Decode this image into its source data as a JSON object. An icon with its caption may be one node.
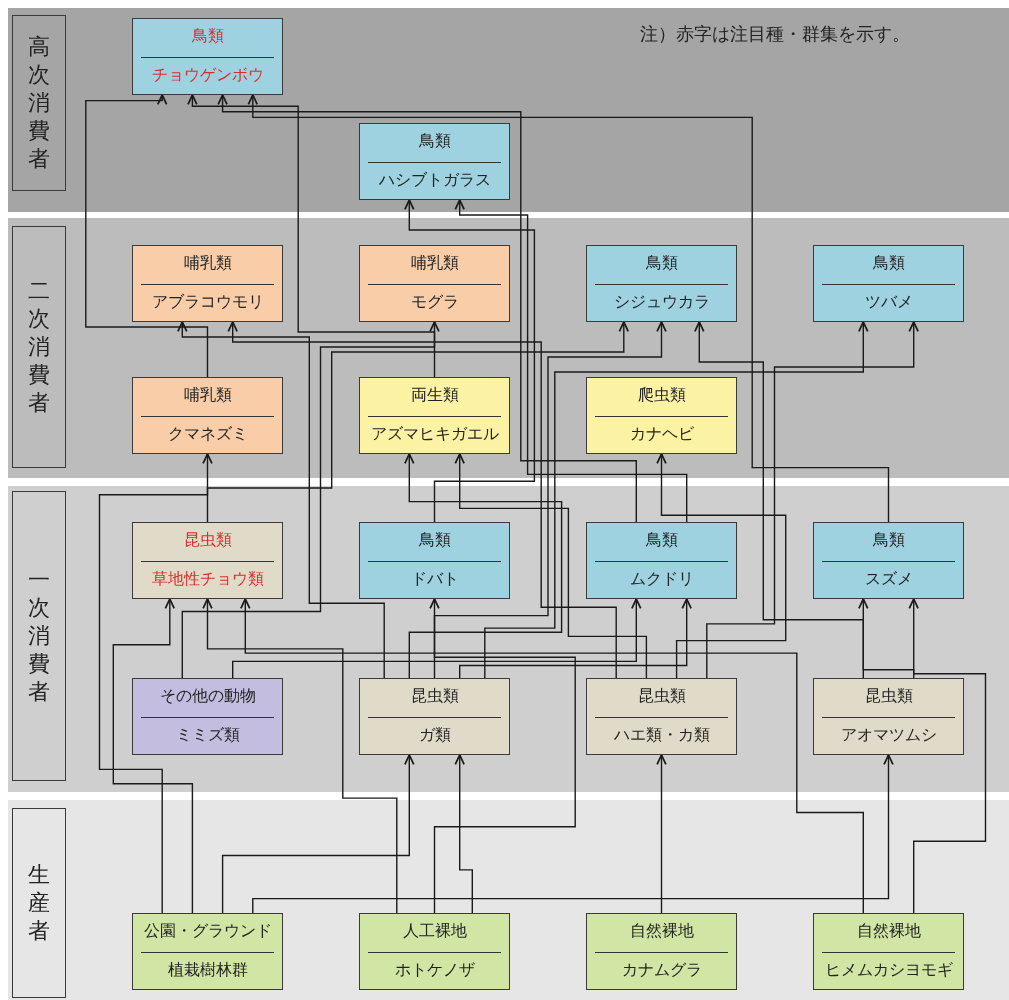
{
  "diagram": {
    "nodes": [
      {
        "text": [
          "鳥類",
          "チョウゲンボウ"
        ]
      },
      {
        "text": [
          "鳥類",
          "ハシブトガラス"
        ]
      },
      {
        "text": [
          "哺乳類",
          "アブラコウモリ"
        ]
      },
      {
        "text": [
          "哺乳類",
          "モグラ"
        ]
      },
      {
        "text": [
          "鳥類",
          "シジュウカラ"
        ]
      },
      {
        "text": [
          "鳥類",
          "ツバメ"
        ]
      },
      {
        "text": [
          "哺乳類",
          "クマネズミ"
        ]
      },
      {
        "text": [
          "両生類",
          "アズマヒキガエル"
        ]
      },
      {
        "text": [
          "爬虫類",
          "カナヘビ"
        ]
      },
      {
        "text": [
          "昆虫類",
          "草地性チョウ類"
        ]
      },
      {
        "text": [
          "鳥類",
          "ドバト"
        ]
      },
      {
        "text": [
          "鳥類",
          "ムクドリ"
        ]
      },
      {
        "text": [
          "鳥類",
          "スズメ"
        ]
      },
      {
        "text": [
          "その他の動物",
          "ミミズ類"
        ]
      },
      {
        "text": [
          "昆虫類",
          "ガ類"
        ]
      },
      {
        "text": [
          "昆虫類",
          "ハエ類・カ類"
        ]
      },
      {
        "text": [
          "昆虫類",
          "アオマツムシ"
        ]
      },
      {
        "text": [
          "公園・グラウンド",
          "植栽樹林群"
        ]
      },
      {
        "text": [
          "人工裸地",
          "ホトケノザ"
        ]
      },
      {
        "text": [
          "自然裸地",
          "カナムグラ"
        ]
      },
      {
        "text": [
          "自然裸地",
          "ヒメムカシヨモギ"
        ]
      },
      {
        "text": [
          "高次消費者"
        ]
      },
      {
        "text": [
          "二次消費者"
        ]
      },
      {
        "text": [
          "一次消費者"
        ]
      },
      {
        "text": [
          "生産者"
        ]
      }
    ],
    "edges": [
      {
        "from": 6,
        "to": 0,
        "arrow": "to"
      },
      {
        "from": 7,
        "to": 0,
        "arrow": "to"
      },
      {
        "from": 11,
        "to": 0,
        "arrow": "to"
      },
      {
        "from": 12,
        "to": 0,
        "arrow": "to"
      },
      {
        "from": 11,
        "to": 1,
        "arrow": "to"
      },
      {
        "from": 10,
        "to": 1,
        "arrow": "to"
      },
      {
        "from": 14,
        "to": 2,
        "arrow": "to"
      },
      {
        "from": 15,
        "to": 2,
        "arrow": "to"
      },
      {
        "from": 13,
        "to": 3,
        "arrow": "to"
      },
      {
        "from": 9,
        "to": 4,
        "arrow": "to"
      },
      {
        "from": 14,
        "to": 4,
        "arrow": "to"
      },
      {
        "from": 16,
        "to": 4,
        "arrow": "to"
      },
      {
        "from": 15,
        "to": 5,
        "arrow": "to"
      },
      {
        "from": 14,
        "to": 5,
        "arrow": "to"
      },
      {
        "from": 17,
        "to": 6,
        "arrow": "to"
      },
      {
        "from": 14,
        "to": 7,
        "arrow": "to"
      },
      {
        "from": 15,
        "to": 7,
        "arrow": "to"
      },
      {
        "from": 15,
        "to": 8,
        "arrow": "to"
      },
      {
        "from": 17,
        "to": 9,
        "arrow": "to"
      },
      {
        "from": 18,
        "to": 9,
        "arrow": "to"
      },
      {
        "from": 20,
        "to": 9,
        "arrow": "to"
      },
      {
        "from": 18,
        "to": 10,
        "arrow": "to"
      },
      {
        "from": 13,
        "to": 11,
        "arrow": "to"
      },
      {
        "from": 14,
        "to": 11,
        "arrow": "to"
      },
      {
        "from": 16,
        "to": 12,
        "arrow": "to"
      },
      {
        "from": 20,
        "to": 12,
        "arrow": "to"
      },
      {
        "from": 17,
        "to": 14,
        "arrow": "to"
      },
      {
        "from": 18,
        "to": 14,
        "arrow": "to"
      },
      {
        "from": 19,
        "to": 15,
        "arrow": "to"
      },
      {
        "from": 17,
        "to": 16,
        "arrow": "to"
      }
    ],
    "labels": [
      "注）赤字は注目種・群集を示す。"
    ]
  }
}
